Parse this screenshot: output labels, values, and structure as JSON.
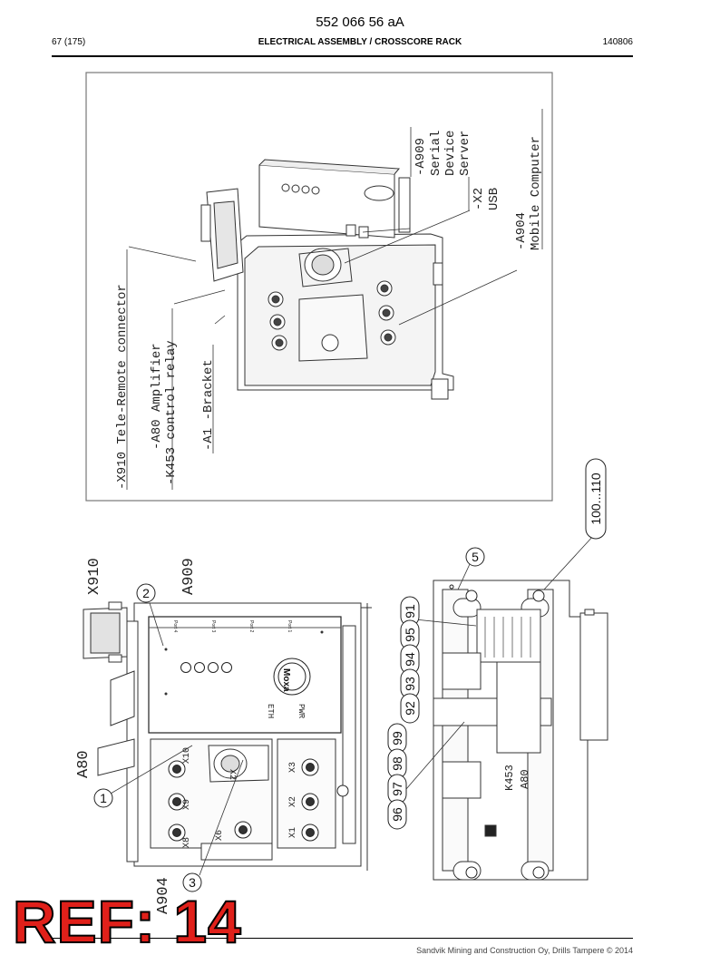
{
  "header": {
    "doc_code": "552 066 56 aA",
    "page": "67 (175)",
    "section_title": "ELECTRICAL ASSEMBLY / CROSSCORE RACK",
    "date_code": "140806"
  },
  "detail_view": {
    "callouts": [
      "-X910 Tele-Remote connector",
      "-A80 Amplifier",
      "-K453 control relay",
      "-A1 -Bracket",
      "-A909",
      "Serial",
      "Device",
      "Server",
      "-X2",
      "USB",
      "-A904",
      "Mobile Computer"
    ]
  },
  "main_view": {
    "component_labels": [
      "X910",
      "A909",
      "A80",
      "A904",
      "K453",
      "A80"
    ],
    "connector_labels": [
      "X10",
      "X9",
      "X8",
      "X6",
      "X2",
      "X3",
      "X2",
      "X1"
    ],
    "device_labels": [
      "ETH",
      "PWR",
      "Moxa"
    ],
    "port_labels": [
      "Port 4",
      "Port 3",
      "Port 2",
      "Port 1"
    ],
    "balloons": [
      "1",
      "2",
      "3",
      "5",
      "91",
      "95",
      "94",
      "93",
      "92",
      "99",
      "98",
      "97",
      "96",
      "100...110"
    ]
  },
  "stamp": "REF: 14",
  "footer": "Sandvik Mining and Construction Oy, Drills Tampere © 2014"
}
